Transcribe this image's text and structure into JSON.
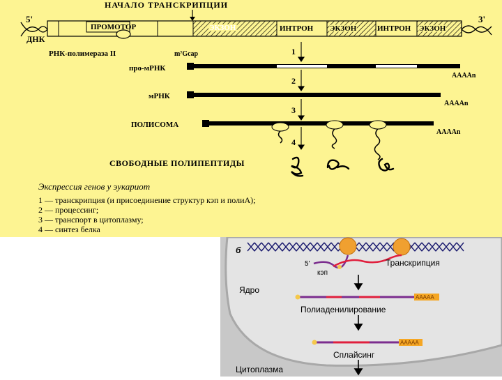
{
  "top": {
    "title": "НАЧАЛО ТРАНСКРИПЦИИ",
    "five_prime": "5'",
    "three_prime": "3'",
    "dna": "ДНК",
    "gene_segments": [
      "ПРОМОТОР",
      "ЭКЗОН",
      "ИНТРОН",
      "ЭКЗОН",
      "ИНТРОН",
      "ЭКЗОН"
    ],
    "polymerase": "РНК-полимераза II",
    "cap": "m⁷Gcap",
    "pre_mrna": "про-мРНК",
    "mrna": "мРНК",
    "polysome": "ПОЛИСОМА",
    "free_peptides": "СВОБОДНЫЕ ПОЛИПЕПТИДЫ",
    "polya": "AAAAn",
    "steps": [
      "1",
      "2",
      "3",
      "4"
    ],
    "caption_title": "Экспрессия генов у эукариот",
    "caption_lines": [
      "1 — транскрипция (и присоединение структур кэп и полиА);",
      "2 — процессинг;",
      "3 — транспорт в цитоплазму;",
      "4 — синтез белка"
    ]
  },
  "bottom": {
    "panel_letter": "б",
    "five_prime": "5'",
    "cap": "кэп",
    "transcription": "Транскрипция",
    "nucleus": "Ядро",
    "polyadenylation": "Полиаденилирование",
    "splicing": "Сплайсинг",
    "polya": "AAAAA",
    "cytoplasm": "Цитоплазма"
  },
  "colors": {
    "yellow_bg": "#fdf492",
    "mrna_purple": "#7b2d8e",
    "exon_red": "#e01f3d",
    "polya_orange": "#f5a623",
    "cell_gray": "#c8c8c8",
    "nucleus_gray": "#e4e4e4"
  }
}
